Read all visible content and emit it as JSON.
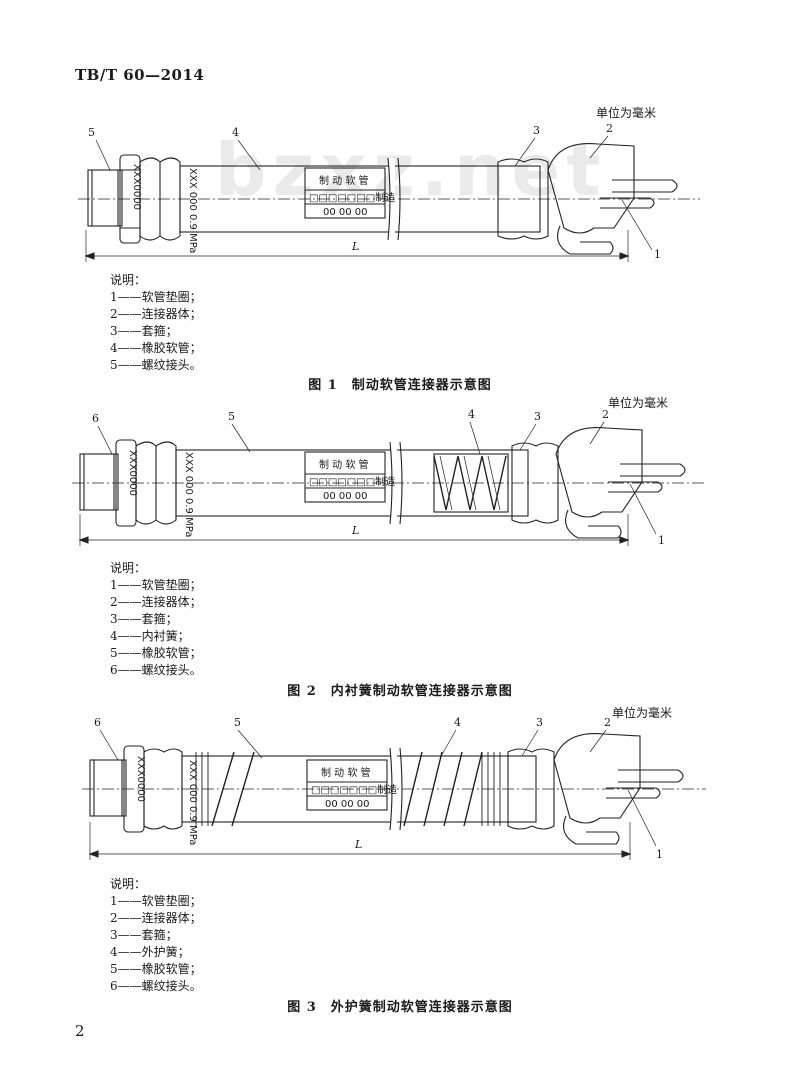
{
  "header": {
    "doc_code": "TB/T 60—2014"
  },
  "watermark": "bzxz.net",
  "page_number": "2",
  "figures": [
    {
      "unit_note": "单位为毫米",
      "legend_title": "说明：",
      "legend": [
        "1——软管垫圈；",
        "2——连接器体；",
        "3——套箍；",
        "4——橡胶软管；",
        "5——螺纹接头。"
      ],
      "caption": "图 1　制动软管连接器示意图",
      "dim_label": "L",
      "callouts": [
        "5",
        "4",
        "3",
        "2",
        "1"
      ],
      "plate": {
        "title": "制 动 软 管",
        "row2": "□□□□□□□制造",
        "row3": "00 00 00"
      },
      "nut_text": "XXX0000",
      "pressure_text": "XXX 000 0.9 MPa"
    },
    {
      "unit_note": "单位为毫米",
      "legend_title": "说明：",
      "legend": [
        "1——软管垫圈；",
        "2——连接器体；",
        "3——套箍；",
        "4——内衬簧；",
        "5——橡胶软管；",
        "6——螺纹接头。"
      ],
      "caption": "图 2　内衬簧制动软管连接器示意图",
      "dim_label": "L",
      "callouts": [
        "6",
        "5",
        "4",
        "3",
        "2",
        "1"
      ],
      "plate": {
        "title": "制 动 软 管",
        "row2": "□□□□□□□制造",
        "row3": "00 00 00"
      },
      "nut_text": "XXX0000",
      "pressure_text": "XXX 000 0.9 MPa"
    },
    {
      "unit_note": "单位为毫米",
      "legend_title": "说明：",
      "legend": [
        "1——软管垫圈；",
        "2——连接器体；",
        "3——套箍；",
        "4——外护簧；",
        "5——橡胶软管；",
        "6——螺纹接头。"
      ],
      "caption": "图 3　外护簧制动软管连接器示意图",
      "dim_label": "L",
      "callouts": [
        "6",
        "5",
        "4",
        "3",
        "2",
        "1"
      ],
      "plate": {
        "title": "制 动 软 管",
        "row2": "□□□□□□□制造",
        "row3": "00 00 00"
      },
      "nut_text": "XXX0000",
      "pressure_text": "XXX 000 0.9 MPa"
    }
  ]
}
